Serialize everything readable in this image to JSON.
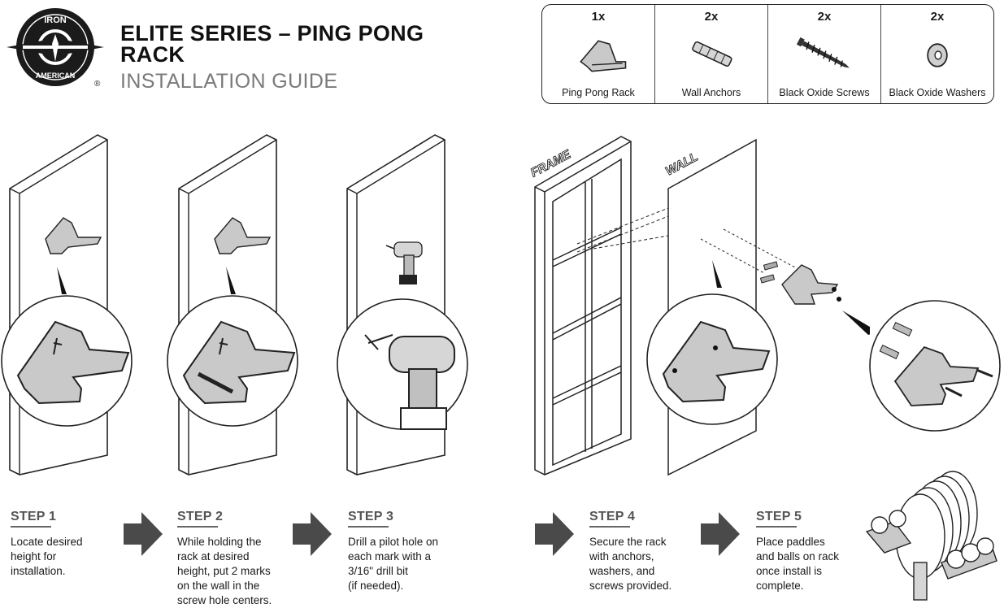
{
  "brand": {
    "logo_top": "IRON",
    "logo_bottom": "AMERICAN",
    "registered": "®"
  },
  "header": {
    "title": "ELITE SERIES – PING PONG RACK",
    "subtitle": "INSTALLATION GUIDE"
  },
  "parts": [
    {
      "qty": "1x",
      "name": "Ping Pong Rack"
    },
    {
      "qty": "2x",
      "name": "Wall Anchors"
    },
    {
      "qty": "2x",
      "name": "Black Oxide Screws"
    },
    {
      "qty": "2x",
      "name": "Black Oxide Washers"
    }
  ],
  "labels": {
    "frame": "FRAME",
    "wall": "WALL"
  },
  "steps": [
    {
      "title": "STEP 1",
      "text": "Locate desired\nheight for\ninstallation."
    },
    {
      "title": "STEP 2",
      "text": "While holding the\nrack at desired\nheight, put 2 marks\non the wall in the\nscrew hole centers."
    },
    {
      "title": "STEP 3",
      "text": "Drill a pilot hole on\neach mark with a\n3/16\" drill bit\n(if needed)."
    },
    {
      "title": "STEP 4",
      "text": "Secure the rack\nwith anchors,\nwashers, and\nscrews provided."
    },
    {
      "title": "STEP 5",
      "text": "Place paddles\nand balls on rack\nonce install is\ncomplete."
    }
  ],
  "colors": {
    "arrow": "#4a4a4a",
    "step_heading": "#555555",
    "rack_fill": "#c9c9c9"
  }
}
